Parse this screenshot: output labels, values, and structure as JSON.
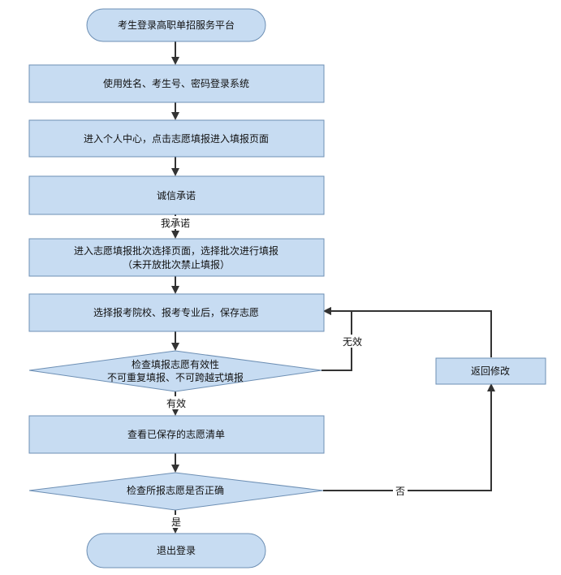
{
  "flowchart": {
    "start": "考生登录高职单招服务平台",
    "step_login": "使用姓名、考生号、密码登录系统",
    "step_enter": "进入个人中心，点击志愿填报进入填报页面",
    "step_promise": "诚信承诺",
    "label_promise": "我承诺",
    "step_batch_line1": "进入志愿填报批次选择页面，选择批次进行填报",
    "step_batch_line2": "（未开放批次禁止填报）",
    "step_select": "选择报考院校、报考专业后，保存志愿",
    "decision_check_line1": "检查填报志愿有效性",
    "decision_check_line2": "不可重复填报、不可跨越式填报",
    "label_invalid": "无效",
    "label_valid": "有效",
    "step_view": "查看已保存的志愿清单",
    "decision_correct": "检查所报志愿是否正确",
    "label_no": "否",
    "label_yes": "是",
    "step_return": "返回修改",
    "end": "退出登录"
  }
}
